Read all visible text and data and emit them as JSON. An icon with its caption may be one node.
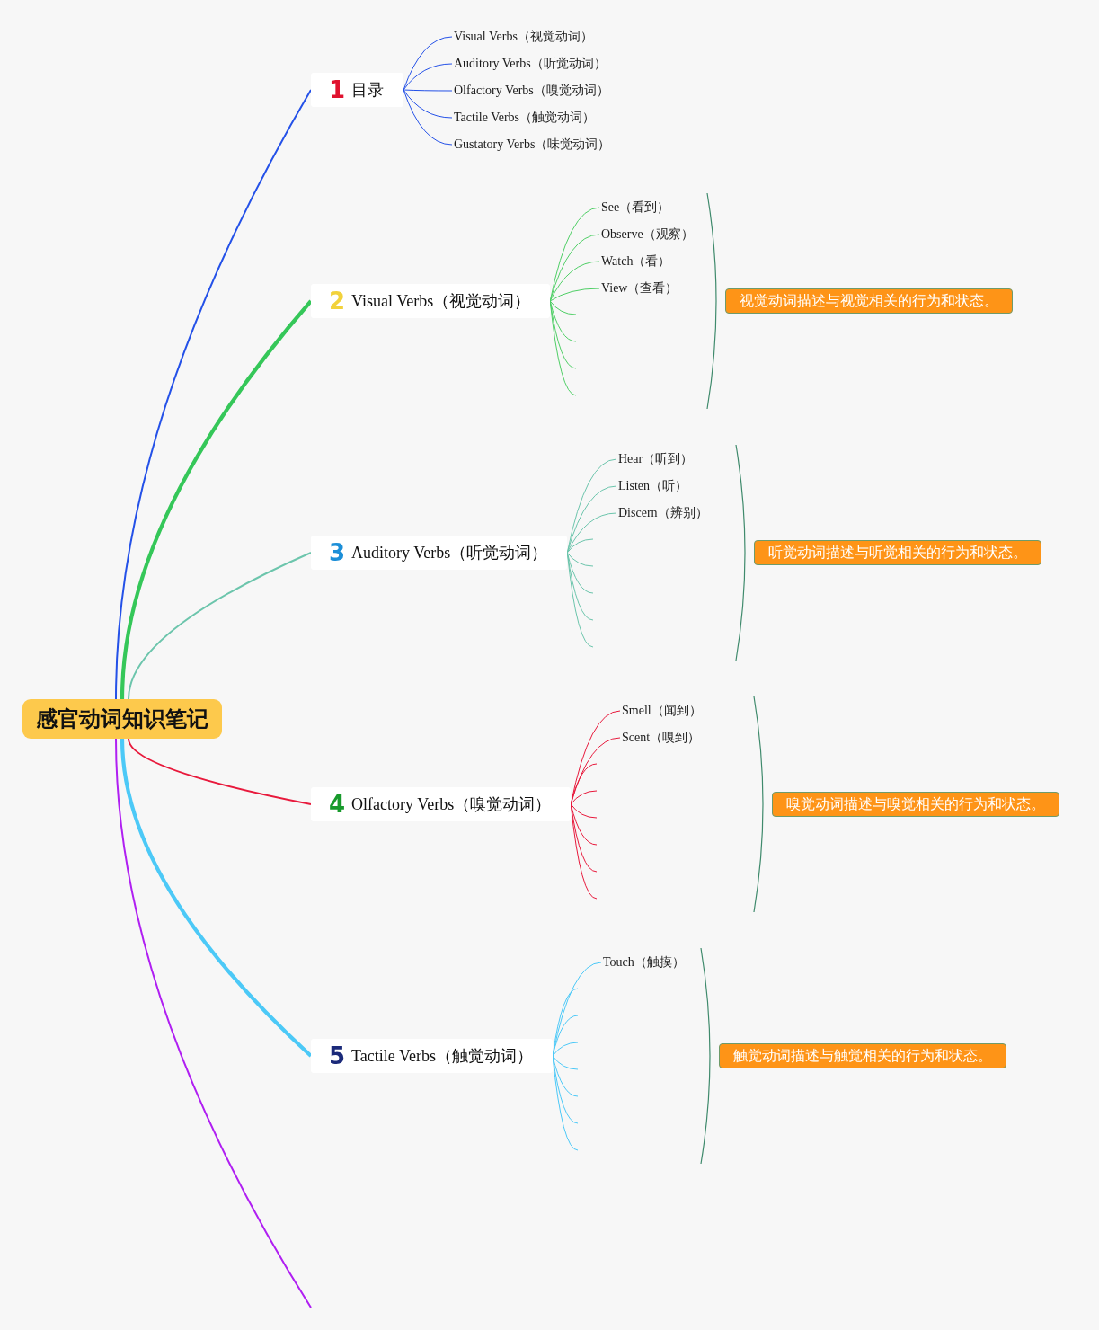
{
  "diagram": {
    "nodes": [
      {
        "text": [
          "感官动词知识笔记"
        ]
      },
      {
        "text": [
          "1",
          "目录"
        ]
      },
      {
        "text": [
          "Visual Verbs（视觉动词）"
        ]
      },
      {
        "text": [
          "Auditory Verbs（听觉动词）"
        ]
      },
      {
        "text": [
          "Olfactory Verbs（嗅觉动词）"
        ]
      },
      {
        "text": [
          "Tactile Verbs（触觉动词）"
        ]
      },
      {
        "text": [
          "Gustatory Verbs（味觉动词）"
        ]
      },
      {
        "text": [
          "2",
          "Visual Verbs（视觉动词）"
        ]
      },
      {
        "text": [
          "See（看到）"
        ]
      },
      {
        "text": [
          "Observe（观察）"
        ]
      },
      {
        "text": [
          "Watch（看）"
        ]
      },
      {
        "text": [
          "View（查看）"
        ]
      },
      {
        "text": [
          "视觉动词描述与视觉相关的行为和状态。"
        ]
      },
      {
        "text": [
          "3",
          "Auditory Verbs（听觉动词）"
        ]
      },
      {
        "text": [
          "Hear（听到）"
        ]
      },
      {
        "text": [
          "Listen（听）"
        ]
      },
      {
        "text": [
          "Discern（辨别）"
        ]
      },
      {
        "text": [
          "听觉动词描述与听觉相关的行为和状态。"
        ]
      },
      {
        "text": [
          "4",
          "Olfactory Verbs（嗅觉动词）"
        ]
      },
      {
        "text": [
          "Smell（闻到）"
        ]
      },
      {
        "text": [
          "Scent（嗅到）"
        ]
      },
      {
        "text": [
          "嗅觉动词描述与嗅觉相关的行为和状态。"
        ]
      },
      {
        "text": [
          "5",
          "Tactile Verbs（触觉动词）"
        ]
      },
      {
        "text": [
          "Touch（触摸）"
        ]
      },
      {
        "text": [
          "触觉动词描述与触觉相关的行为和状态。"
        ]
      }
    ],
    "edges": [
      {
        "from": 0,
        "to": 1,
        "arrow": "none",
        "color": "#2451e8"
      },
      {
        "from": 0,
        "to": 7,
        "arrow": "none",
        "color": "#35c759",
        "style": "thick"
      },
      {
        "from": 0,
        "to": 13,
        "arrow": "none",
        "color": "#6cc5ac"
      },
      {
        "from": 0,
        "to": 18,
        "arrow": "none",
        "color": "#e8193c"
      },
      {
        "from": 0,
        "to": 22,
        "arrow": "none",
        "color": "#4cc9f7",
        "style": "thick"
      },
      {
        "from": 0,
        "to": null,
        "arrow": "none",
        "color": "#b01ff2"
      },
      {
        "from": 1,
        "to": 2,
        "arrow": "none",
        "color": "#2451e8"
      },
      {
        "from": 1,
        "to": 3,
        "arrow": "none",
        "color": "#2451e8"
      },
      {
        "from": 1,
        "to": 4,
        "arrow": "none",
        "color": "#2451e8"
      },
      {
        "from": 1,
        "to": 5,
        "arrow": "none",
        "color": "#2451e8"
      },
      {
        "from": 1,
        "to": 6,
        "arrow": "none",
        "color": "#2451e8"
      },
      {
        "from": 7,
        "to": 8,
        "arrow": "none",
        "color": "#4fcf66"
      },
      {
        "from": 7,
        "to": 9,
        "arrow": "none",
        "color": "#4fcf66"
      },
      {
        "from": 7,
        "to": 10,
        "arrow": "none",
        "color": "#4fcf66"
      },
      {
        "from": 7,
        "to": 11,
        "arrow": "none",
        "color": "#4fcf66"
      },
      {
        "from": 7,
        "to": null,
        "arrow": "none",
        "color": "#4fcf66"
      },
      {
        "from": 7,
        "to": null,
        "arrow": "none",
        "color": "#4fcf66"
      },
      {
        "from": 7,
        "to": null,
        "arrow": "none",
        "color": "#4fcf66"
      },
      {
        "from": 7,
        "to": null,
        "arrow": "none",
        "color": "#4fcf66"
      },
      {
        "from": 13,
        "to": 14,
        "arrow": "none",
        "color": "#6cc5ac"
      },
      {
        "from": 13,
        "to": 15,
        "arrow": "none",
        "color": "#6cc5ac"
      },
      {
        "from": 13,
        "to": 16,
        "arrow": "none",
        "color": "#6cc5ac"
      },
      {
        "from": 13,
        "to": null,
        "arrow": "none",
        "color": "#6cc5ac"
      },
      {
        "from": 13,
        "to": null,
        "arrow": "none",
        "color": "#6cc5ac"
      },
      {
        "from": 13,
        "to": null,
        "arrow": "none",
        "color": "#6cc5ac"
      },
      {
        "from": 13,
        "to": null,
        "arrow": "none",
        "color": "#6cc5ac"
      },
      {
        "from": 13,
        "to": null,
        "arrow": "none",
        "color": "#6cc5ac"
      },
      {
        "from": 18,
        "to": 19,
        "arrow": "none",
        "color": "#e8193c"
      },
      {
        "from": 18,
        "to": 20,
        "arrow": "none",
        "color": "#e8193c"
      },
      {
        "from": 18,
        "to": null,
        "arrow": "none",
        "color": "#e8193c"
      },
      {
        "from": 18,
        "to": null,
        "arrow": "none",
        "color": "#e8193c"
      },
      {
        "from": 18,
        "to": null,
        "arrow": "none",
        "color": "#e8193c"
      },
      {
        "from": 18,
        "to": null,
        "arrow": "none",
        "color": "#e8193c"
      },
      {
        "from": 18,
        "to": null,
        "arrow": "none",
        "color": "#e8193c"
      },
      {
        "from": 18,
        "to": null,
        "arrow": "none",
        "color": "#e8193c"
      },
      {
        "from": 22,
        "to": 23,
        "arrow": "none",
        "color": "#4cc9f7"
      },
      {
        "from": 22,
        "to": null,
        "arrow": "none",
        "color": "#4cc9f7"
      },
      {
        "from": 22,
        "to": null,
        "arrow": "none",
        "color": "#4cc9f7"
      },
      {
        "from": 22,
        "to": null,
        "arrow": "none",
        "color": "#4cc9f7"
      },
      {
        "from": 22,
        "to": null,
        "arrow": "none",
        "color": "#4cc9f7"
      },
      {
        "from": 22,
        "to": null,
        "arrow": "none",
        "color": "#4cc9f7"
      },
      {
        "from": 22,
        "to": null,
        "arrow": "none",
        "color": "#4cc9f7"
      },
      {
        "from": 22,
        "to": null,
        "arrow": "none",
        "color": "#4cc9f7"
      }
    ]
  }
}
